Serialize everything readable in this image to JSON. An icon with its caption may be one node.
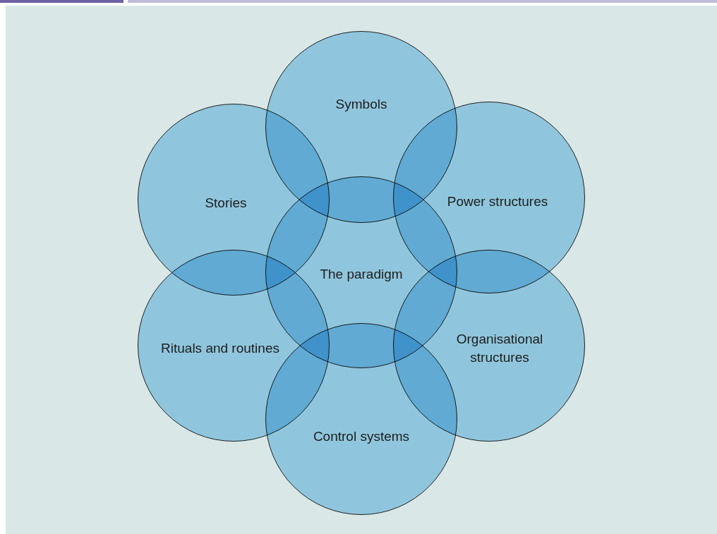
{
  "diagram": {
    "nodes": [
      {
        "text": [
          "Symbols"
        ]
      },
      {
        "text": [
          "Stories"
        ]
      },
      {
        "text": [
          "Power structures"
        ]
      },
      {
        "text": [
          "The paradigm"
        ]
      },
      {
        "text": [
          "Rituals and routines"
        ]
      },
      {
        "text": [
          "Organisational structures"
        ]
      },
      {
        "text": [
          "Control systems"
        ]
      }
    ],
    "edges": []
  }
}
